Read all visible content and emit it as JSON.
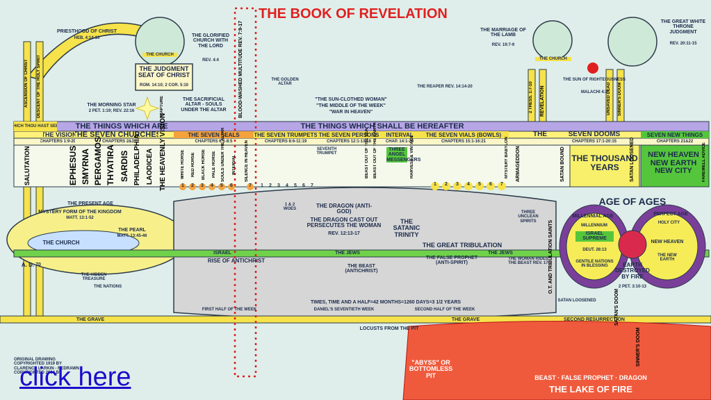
{
  "title": "THE BOOK OF REVELATION",
  "top": {
    "priesthood": "PRIESTHOOD OF CHRIST",
    "priesthood_ref": "HEB. 4:14-16",
    "church": "THE CHURCH",
    "glorified": "THE GLORIFIED CHURCH WITH THE LORD",
    "glorified_ref": "REV. 4:4",
    "judgment_seat": "THE JUDGMENT SEAT OF CHRIST",
    "judgment_ref": "ROM. 14:10; 2 COR. 5:10",
    "morning_star": "THE MORNING STAR",
    "morning_ref": "2 PET. 1:19; REV. 22:16",
    "sacrificial": "THE SACRIFICIAL ALTAR - SOULS UNDER THE ALTAR",
    "golden_altar": "THE GOLDEN ALTAR",
    "sun_woman": "\"THE SUN-CLOTHED WOMAN\"",
    "middle_week": "\"THE MIDDLE OF THE WEEK\"",
    "war_heaven": "\"WAR IN HEAVEN\"",
    "reaper": "THE REAPER REV. 14:14-20",
    "marriage": "THE MARRIAGE OF THE LAMB",
    "marriage_ref": "REV. 19:7-9",
    "church2": "THE CHURCH",
    "sun_right": "THE SUN OF RIGHTEOUSNESS",
    "sun_right_ref": "MALACHI 4:2",
    "white_throne": "THE GREAT WHITE THRONE JUDGMENT",
    "white_throne_ref": "REV. 20:11-15",
    "ascension": "ASCENSION OF CHRIST",
    "descent": "DESCENT OF THE HOLY SPIRIT",
    "rapture": "RAPTURE",
    "blood_washed": "BLOOD-WASHED MULTITUDE REV. 7:9-17",
    "thess": "2 THESS. 1:7-10",
    "revelation": "REVELATION",
    "unsaved_dead": "UNSAVED DEAD",
    "sinners_doom": "SINNER'S DOOM"
  },
  "bands": {
    "things_are": "THE THINGS WHICH ARE",
    "things_hereafter": "THE THINGS WHICH SHALL BE HEREAFTER",
    "which_thou": "WHICH THOU HAST SEEN",
    "the": "THE",
    "vision": "THE VISION",
    "seven_churches": "THE SEVEN CHURCHES",
    "chapters_a": "CHAPTERS 1:9-20",
    "chapters_b": "CHAPTERS 2&3",
    "heavenly_vision": "THE HEAVENLY VISION",
    "seven_seals": "THE SEVEN SEALS",
    "seven_trumpets": "THE SEVEN TRUMPETS",
    "seven_persons": "THE SEVEN PERSONS",
    "interval": "INTERVAL",
    "seven_vials": "THE SEVEN VIALS (BOWLS)",
    "seven_dooms": "SEVEN DOOMS",
    "seven_new": "SEVEN NEW THINGS",
    "ch_seals": "CHAPTERS 6:1-8:5",
    "ch_trumpets": "CHAPTERS 8:6-11:19",
    "ch_persons": "CHAPTERS 12:1-13:18",
    "ch_interval": "CHAP. 14:1-20",
    "ch_vials": "CHAPTERS 15:1-16:21",
    "ch_dooms": "CHAPTERS 17:1-20:15",
    "ch_new": "CHAPTERS 21&22"
  },
  "churches": [
    "SALUTATION",
    "EPHESUS",
    "SMYRNA",
    "PERGAMOS",
    "THYATIRA",
    "SARDIS",
    "PHILADELPHIA",
    "LAODICEA"
  ],
  "seals": [
    "WHITE HORSE",
    "RED HORSE",
    "BLACK HORSE",
    "PALE HORSE",
    "SOULS UNDER THE ALTAR",
    "INTERVAL",
    "SILENCE IN HEAVEN"
  ],
  "seal_numbers": [
    "1",
    "2",
    "3",
    "4",
    "5",
    "6",
    "7"
  ],
  "trumpet_numbers": [
    "1",
    "2",
    "3",
    "4",
    "5",
    "6",
    "7"
  ],
  "vial_numbers": [
    "1",
    "2",
    "3",
    "4",
    "5",
    "6",
    "7"
  ],
  "middle": {
    "seventh_trumpet": "SEVENTH TRUMPET",
    "three_angel": "THREE ANGEL MESSENGERS",
    "harvest": "HARVEST & VINTAGE",
    "beast_sea": "BEAST OUT OF THE SEA",
    "beast_earth": "BEAST OUT OF THE EARTH",
    "mystery_babylon": "MYSTERY BABYLON",
    "armageddon": "ARMAGEDDON",
    "satan_bound": "SATAN BOUND",
    "thousand_years": "THE THOUSAND YEARS",
    "satan_loosened": "SATAN LOOSENED",
    "new_heaven": "NEW HEAVEN NEW EARTH NEW CITY",
    "farewell": "FAREWELL ADVICE",
    "age_of_ages": "AGE OF AGES",
    "woes": "1 & 2 WOES"
  },
  "lower": {
    "present_age": "THE PRESENT AGE",
    "mystery_form": "MYSTERY FORM OF THE KINGDOM",
    "mystery_ref": "MATT. 13:1-52",
    "pearl": "THE PEARL",
    "pearl_ref": "MATT. 13:45-46",
    "church": "THE CHURCH",
    "ad": "A. D.",
    "ad_year": "70",
    "hidden_treasure": "THE HIDDEN TREASURE",
    "nations": "THE NATIONS",
    "dragon": "THE DRAGON (ANTI-GOD)",
    "dragon_cast": "THE DRAGON CAST OUT PERSECUTES THE WOMAN",
    "dragon_ref": "REV. 12:13-17",
    "satanic": "THE SATANIC TRINITY",
    "unclean": "THREE UNCLEAN SPIRITS",
    "great_trib": "THE GREAT TRIBULATION",
    "israel": "ISRAEL",
    "jews1": "THE JEWS",
    "jews2": "THE JEWS",
    "rise_antichrist": "RISE OF ANTICHRIST",
    "beast": "THE BEAST (ANTICHRIST)",
    "false_prophet": "THE FALSE PROPHET (ANTI-SPIRIT)",
    "woman_rides": "THE WOMAN RIDES THE BEAST REV. 17",
    "times": "TIMES, TIME AND A HALF=42 MONTHS=1260 DAYS=3 1/2 YEARS",
    "daniel": "DANIEL'S SEVENTIETH WEEK",
    "first_half": "FIRST HALF OF THE WEEK",
    "second_half": "SECOND HALF OF THE WEEK",
    "grave1": "THE GRAVE",
    "grave2": "THE GRAVE",
    "locusts": "LOCUSTS FROM THE PIT",
    "satan_loosed2": "SATAN LOOSENED",
    "second_res": "SECOND RESURRECTION",
    "satans_doom": "SATAN'S DOOM",
    "millennial": "MILLENNIAL AGE",
    "millennium": "MILLENNIUM",
    "israel_supreme": "ISRAEL SUPREME",
    "deut": "DEUT. 28:13",
    "gentile": "GENTILE NATIONS IN BLESSING",
    "perfect_age": "PERFECT AGE",
    "holy_city": "HOLY CITY",
    "new_heaven2": "NEW HEAVEN",
    "new_earth": "THE NEW EARTH",
    "earth_destroyed": "EARTH DESTROYED BY FIRE",
    "earth_ref": "2 PET. 3:10-13",
    "ot_saints": "O.T. AND TRIBULATION SAINTS",
    "abyss": "\"ABYSS\" OR BOTTOMLESS PIT",
    "beast_fp_dragon": "BEAST · FALSE PROPHET · DRAGON",
    "lake_fire": "THE LAKE OF FIRE",
    "copyright": "ORIGINAL DRAWING COPYRIGHTED 1919 BY CLARENCE LARKIN - REDRAWN COPYRIGHTED 2004 BY"
  },
  "link": "click here",
  "colors": {
    "bg": "#dfeeea",
    "purple": "#b7a6e6",
    "yellow": "#f4e24a",
    "orange": "#f3a23c",
    "gray": "#c9c9c9",
    "green": "#55c63c",
    "red": "#e02020",
    "fire": "#f05a3c",
    "navy": "#1b2a4a"
  }
}
